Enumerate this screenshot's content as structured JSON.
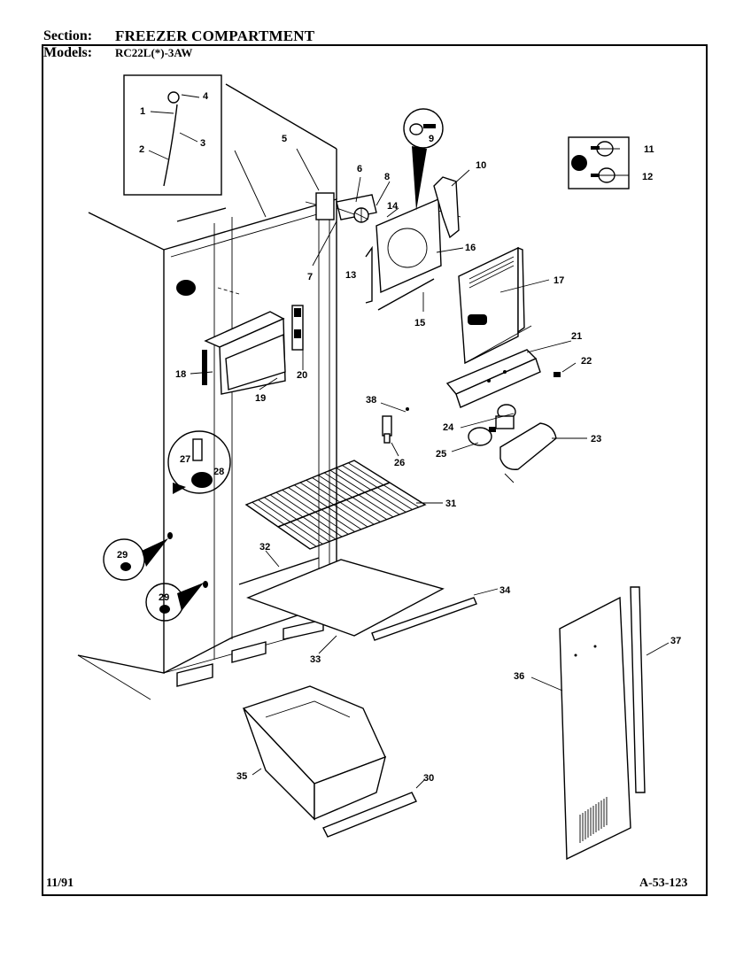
{
  "header": {
    "section_label": "Section:",
    "section_value": "FREEZER COMPARTMENT",
    "models_label": "Models:",
    "models_value": "RC22L(*)-3AW"
  },
  "footer": {
    "date": "11/91",
    "code": "A-53-123"
  },
  "callouts": {
    "c1": "1",
    "c2": "2",
    "c3": "3",
    "c4": "4",
    "c5": "5",
    "c6": "6",
    "c7": "7",
    "c8": "8",
    "c9": "9",
    "c10": "10",
    "c11": "11",
    "c12": "12",
    "c13": "13",
    "c14": "14",
    "c15": "15",
    "c16": "16",
    "c17": "17",
    "c18": "18",
    "c19": "19",
    "c20": "20",
    "c21": "21",
    "c22": "22",
    "c23": "23",
    "c24": "24",
    "c25": "25",
    "c26": "26",
    "c27": "27",
    "c28": "28",
    "c29a": "29",
    "c29b": "29",
    "c30": "30",
    "c31": "31",
    "c32": "32",
    "c33": "33",
    "c34": "34",
    "c35": "35",
    "c36": "36",
    "c37": "37",
    "c38": "38"
  }
}
